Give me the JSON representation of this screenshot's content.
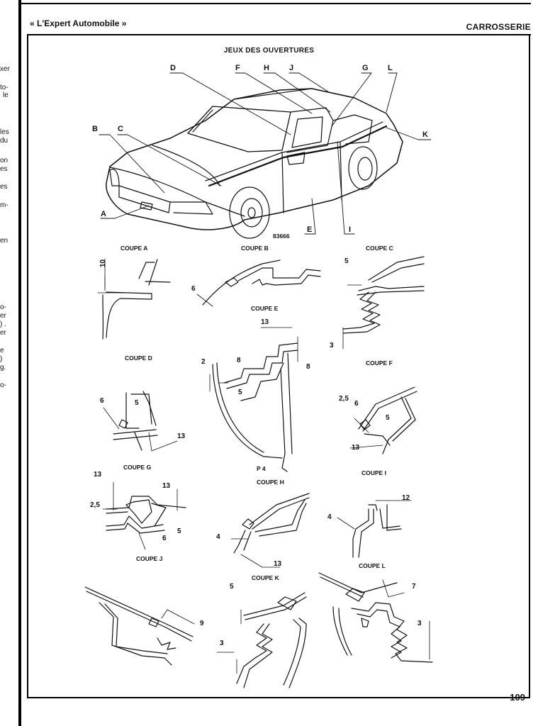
{
  "header": {
    "left": "« L'Expert Automobile »",
    "right": "CARROSSERIE"
  },
  "page_number": "109",
  "figure": {
    "title": "JEUX DES OUVERTURES",
    "reference": "83666",
    "callouts": [
      "A",
      "B",
      "C",
      "D",
      "E",
      "F",
      "G",
      "H",
      "I",
      "J",
      "K",
      "L"
    ]
  },
  "left_margin_fragments": [
    "xer",
    "to-",
    "le",
    "les",
    "du",
    "on",
    "es",
    "es",
    "m-",
    "en",
    "o-",
    "er",
    ") .",
    "er",
    "e",
    ")",
    "g.",
    "o-"
  ],
  "sections": {
    "coupe_a": {
      "title": "COUPE A",
      "dims": [
        "10"
      ]
    },
    "coupe_b": {
      "title": "COUPE B",
      "dims": [
        "6"
      ]
    },
    "coupe_c": {
      "title": "COUPE C",
      "dims": [
        "5",
        "3"
      ]
    },
    "coupe_d": {
      "title": "COUPE D",
      "dims": [
        "6",
        "5",
        "13"
      ]
    },
    "coupe_e": {
      "title": "COUPE E",
      "dims": [
        "13",
        "2",
        "8",
        "8",
        "5"
      ],
      "note": "P 4"
    },
    "coupe_f": {
      "title": "COUPE F",
      "dims": [
        "2,5",
        "6",
        "5",
        "13"
      ]
    },
    "coupe_g": {
      "title": "COUPE G",
      "dims": [
        "13",
        "13",
        "2,5",
        "5",
        "6"
      ]
    },
    "coupe_h": {
      "title": "COUPE H",
      "dims": [
        "4",
        "13"
      ]
    },
    "coupe_i": {
      "title": "COUPE I",
      "dims": [
        "12",
        "4"
      ]
    },
    "coupe_j": {
      "title": "COUPE J"
    },
    "coupe_k": {
      "title": "COUPE K",
      "dims": [
        "9",
        "5",
        "3"
      ]
    },
    "coupe_l": {
      "title": "COUPE L",
      "dims": [
        "7",
        "3"
      ]
    }
  }
}
